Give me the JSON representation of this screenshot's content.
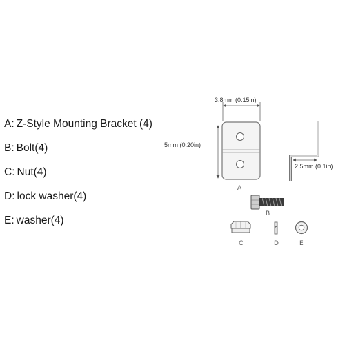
{
  "parts": [
    {
      "letter": "A",
      "sep": ":",
      "name": "Z-Style Mounting Bracket (4)"
    },
    {
      "letter": "B",
      "sep": ":",
      "name": "Bolt(4)"
    },
    {
      "letter": "C",
      "sep": ":",
      "name": "Nut(4)"
    },
    {
      "letter": "D",
      "sep": ":",
      "name": "lock washer(4)"
    },
    {
      "letter": "E",
      "sep": ":",
      "name": "washer(4)"
    }
  ],
  "dimensions": {
    "width": "3.8mm (0.15in)",
    "height": "5mm (0.20in)",
    "depth": "2.5mm (0.1in)"
  },
  "labels": {
    "a": "A",
    "b": "B",
    "c": "C",
    "d": "D",
    "e": "E"
  }
}
